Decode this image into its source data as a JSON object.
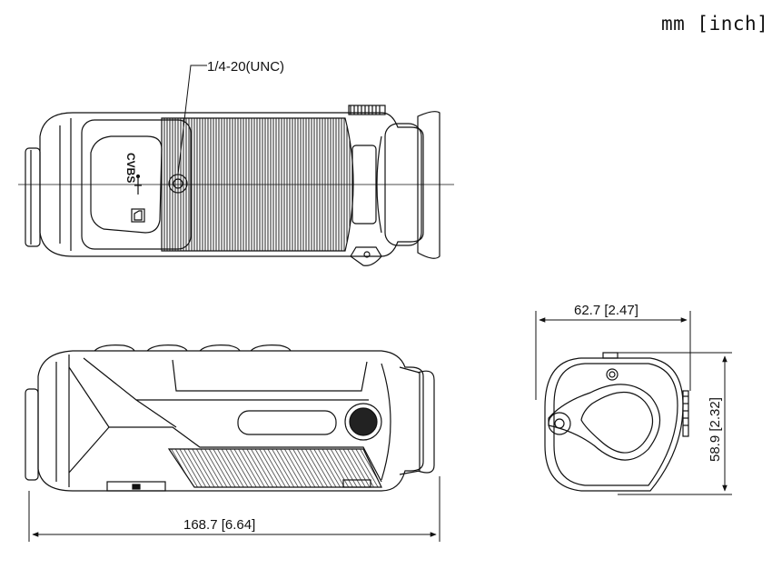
{
  "units_label": "mm [inch]",
  "callouts": {
    "mount_thread": "1/4-20(UNC)"
  },
  "dimensions": {
    "length": "168.7 [6.64]",
    "width": "62.7 [2.47]",
    "height": "58.9 [2.32]"
  },
  "port_labels": {
    "cvbs": "CVBS",
    "usb_icon": "usb-icon",
    "sd_icon": "sd-card-icon"
  },
  "colors": {
    "line": "#111111",
    "background": "#ffffff"
  }
}
